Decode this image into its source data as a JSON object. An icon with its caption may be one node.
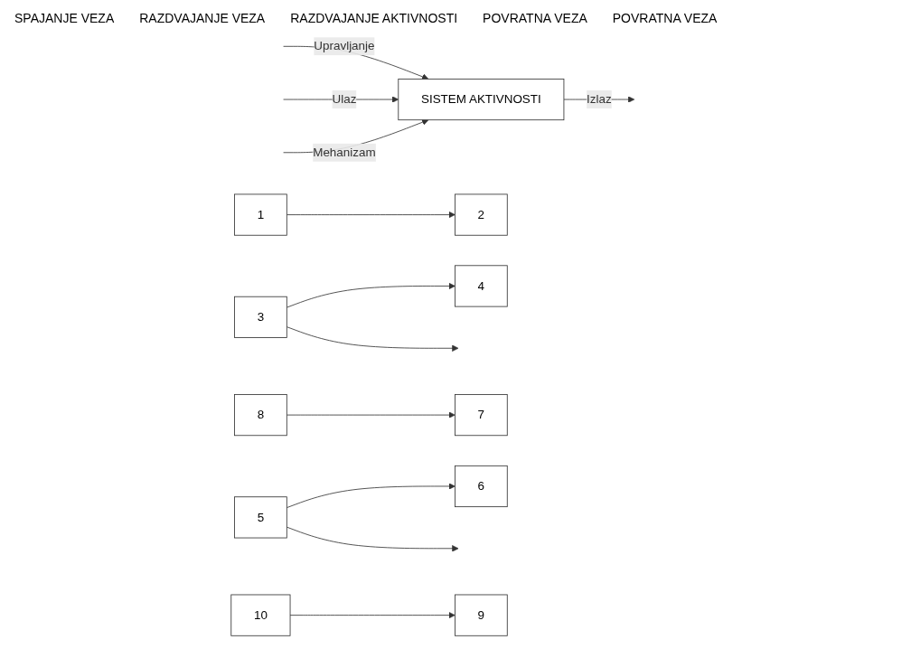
{
  "diagram": {
    "nodes": [
      {
        "text": [
          "SISTEM AKTIVNOSTI"
        ]
      },
      {
        "text": [
          "1"
        ]
      },
      {
        "text": [
          "2"
        ]
      },
      {
        "text": [
          "3"
        ]
      },
      {
        "text": [
          "4"
        ]
      },
      {
        "text": [
          "5"
        ]
      },
      {
        "text": [
          "6"
        ]
      },
      {
        "text": [
          "7"
        ]
      },
      {
        "text": [
          "8"
        ]
      },
      {
        "text": [
          "9"
        ]
      },
      {
        "text": [
          "10"
        ]
      }
    ],
    "edges": [
      {
        "from": null,
        "to": 0,
        "arrow": "to",
        "label": "Upravljanje"
      },
      {
        "from": null,
        "to": 0,
        "arrow": "to",
        "label": "Ulaz"
      },
      {
        "from": 0,
        "to": null,
        "arrow": "to",
        "label": "Izlaz"
      },
      {
        "from": null,
        "to": 0,
        "arrow": "to",
        "label": "Mehanizam"
      },
      {
        "from": 1,
        "to": 2,
        "arrow": "to"
      },
      {
        "from": 3,
        "to": 4,
        "arrow": "to"
      },
      {
        "from": 3,
        "to": null,
        "arrow": "to"
      },
      {
        "from": 5,
        "to": 6,
        "arrow": "to"
      },
      {
        "from": 5,
        "to": null,
        "arrow": "to"
      },
      {
        "from": 8,
        "to": 7,
        "arrow": "to"
      },
      {
        "from": 10,
        "to": 9,
        "arrow": "to"
      }
    ],
    "labels": [
      "SPAJANJE VEZA",
      "RAZDVAJANJE VEZA",
      "RAZDVAJANJE AKTIVNOSTI",
      "POVRATNA VEZA",
      "POVRATNA VEZA"
    ]
  }
}
